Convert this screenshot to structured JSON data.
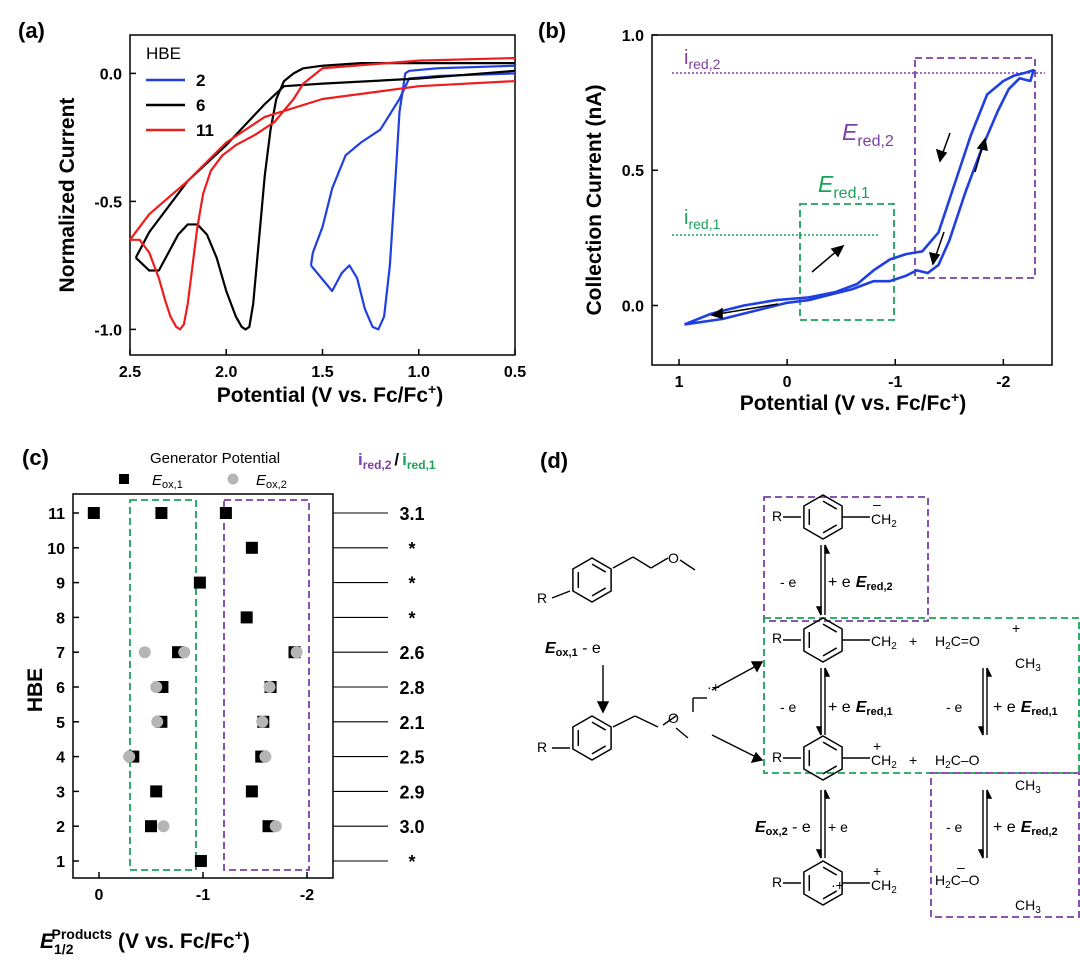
{
  "colors": {
    "purple": "#7b3fa8",
    "green": "#1aa35a",
    "blue": "#1f3fe0",
    "black": "#000000",
    "red": "#ee1c1c",
    "gray": "#b5b5b5"
  },
  "panels": {
    "a": "(a)",
    "b": "(b)",
    "c": "(c)",
    "d": "(d)"
  },
  "chart_data": [
    {
      "id": "a",
      "type": "line",
      "xlabel": "Potential (V vs. Fc/Fc",
      "xlabel_sup": "+",
      "xlabel_end": ")",
      "ylabel": "Normalized Current",
      "xlim": [
        2.5,
        0.5
      ],
      "ylim": [
        -1.1,
        0.15
      ],
      "xticks": [
        "2.5",
        "2.0",
        "1.5",
        "1.0",
        "0.5"
      ],
      "yticks": [
        "0.0",
        "-0.5",
        "-1.0"
      ],
      "legend_title": "HBE",
      "legend_position": "top-left",
      "series": [
        {
          "name": "2",
          "color": "#1f3fe0",
          "x": [
            1.56,
            1.45,
            1.4,
            1.36,
            1.32,
            1.28,
            1.24,
            1.21,
            1.18,
            1.15,
            1.12,
            1.1,
            1.07,
            1.05,
            0.9,
            0.5
          ],
          "y": [
            -0.75,
            -0.85,
            -0.78,
            -0.75,
            -0.8,
            -0.92,
            -0.99,
            -1.0,
            -0.95,
            -0.75,
            -0.4,
            -0.15,
            0.0,
            0.01,
            0.02,
            0.03
          ],
          "x2": [
            0.5,
            0.9,
            1.05,
            1.1,
            1.2,
            1.3,
            1.38,
            1.45,
            1.5,
            1.55,
            1.56
          ],
          "y2": [
            0.0,
            -0.01,
            -0.02,
            -0.1,
            -0.22,
            -0.27,
            -0.32,
            -0.45,
            -0.6,
            -0.7,
            -0.75
          ]
        },
        {
          "name": "6",
          "color": "#000000",
          "x": [
            2.47,
            2.4,
            2.35,
            2.3,
            2.25,
            2.2,
            2.15,
            2.1,
            2.05,
            2.0,
            1.95,
            1.92,
            1.9,
            1.88,
            1.86,
            1.83,
            1.8,
            1.77,
            1.74,
            1.7,
            1.65,
            1.6,
            1.5,
            1.3,
            1.0,
            0.5
          ],
          "y": [
            -0.72,
            -0.77,
            -0.77,
            -0.7,
            -0.63,
            -0.59,
            -0.59,
            -0.63,
            -0.72,
            -0.85,
            -0.95,
            -0.99,
            -1.0,
            -0.99,
            -0.9,
            -0.65,
            -0.4,
            -0.22,
            -0.1,
            -0.03,
            0.0,
            0.02,
            0.03,
            0.04,
            0.04,
            0.04
          ],
          "x2": [
            0.5,
            1.0,
            1.5,
            1.7,
            1.8,
            2.0,
            2.2,
            2.4,
            2.47
          ],
          "y2": [
            0.01,
            -0.02,
            -0.04,
            -0.05,
            -0.12,
            -0.28,
            -0.42,
            -0.62,
            -0.72
          ]
        },
        {
          "name": "11",
          "color": "#ee1c1c",
          "x": [
            2.5,
            2.45,
            2.4,
            2.35,
            2.32,
            2.29,
            2.26,
            2.24,
            2.22,
            2.2,
            2.18,
            2.15,
            2.12,
            2.08,
            2.02,
            1.95,
            1.85,
            1.75,
            1.65,
            1.6,
            1.5,
            1.0,
            0.5
          ],
          "y": [
            -0.65,
            -0.65,
            -0.7,
            -0.8,
            -0.88,
            -0.95,
            -0.99,
            -1.0,
            -0.98,
            -0.9,
            -0.78,
            -0.6,
            -0.47,
            -0.38,
            -0.32,
            -0.28,
            -0.24,
            -0.19,
            -0.1,
            -0.04,
            0.02,
            0.05,
            0.06
          ],
          "x2": [
            0.5,
            1.0,
            1.5,
            1.8,
            2.0,
            2.2,
            2.4,
            2.5
          ],
          "y2": [
            -0.03,
            -0.05,
            -0.1,
            -0.17,
            -0.27,
            -0.42,
            -0.55,
            -0.65
          ]
        }
      ]
    },
    {
      "id": "b",
      "type": "line",
      "xlabel": "Potential (V vs. Fc/Fc",
      "xlabel_sup": "+",
      "xlabel_end": ")",
      "ylabel": "Collection Current (nA)",
      "xlim": [
        1.25,
        -2.45
      ],
      "ylim": [
        -0.22,
        1.0
      ],
      "xticks": [
        "1",
        "0",
        "-1",
        "-2"
      ],
      "yticks": [
        "0.0",
        "0.5",
        "1.0"
      ],
      "annotations": {
        "ired2_main": "i",
        "ired2_sub": "red,2",
        "ired1_main": "i",
        "ired1_sub": "red,1",
        "ered2_main": "E",
        "ered2_sub": "red,2",
        "ered1_main": "E",
        "ered1_sub": "red,1"
      },
      "series": [
        {
          "name": "",
          "color": "#1f3fe0",
          "x": [
            0.95,
            0.7,
            0.4,
            0.1,
            -0.2,
            -0.45,
            -0.65,
            -0.8,
            -0.95,
            -1.1,
            -1.25,
            -1.4,
            -1.55,
            -1.7,
            -1.85,
            -2.0,
            -2.1,
            -2.2,
            -2.28,
            -2.25,
            -2.15,
            -2.05,
            -1.95,
            -1.8,
            -1.65,
            -1.5,
            -1.4,
            -1.3,
            -1.2,
            -1.1,
            -0.95,
            -0.8,
            -0.6,
            -0.4,
            -0.2,
            0.0,
            0.3,
            0.6,
            0.95
          ],
          "y": [
            -0.07,
            -0.03,
            0.0,
            0.02,
            0.03,
            0.05,
            0.08,
            0.13,
            0.17,
            0.19,
            0.2,
            0.27,
            0.45,
            0.63,
            0.78,
            0.83,
            0.85,
            0.86,
            0.87,
            0.83,
            0.84,
            0.8,
            0.72,
            0.58,
            0.42,
            0.24,
            0.15,
            0.12,
            0.13,
            0.11,
            0.09,
            0.09,
            0.06,
            0.04,
            0.02,
            0.01,
            -0.02,
            -0.05,
            -0.07
          ]
        }
      ]
    },
    {
      "id": "c",
      "type": "scatter",
      "title": "Generator Potential",
      "ratio_header_main1": "i",
      "ratio_header_sub1": "red,2",
      "ratio_header_slash": "/",
      "ratio_header_main2": "i",
      "ratio_header_sub2": "red,1",
      "legend": [
        {
          "main": "E",
          "sub": "ox,1",
          "marker": "square",
          "color": "#000000"
        },
        {
          "main": "E",
          "sub": "ox,2",
          "marker": "circle",
          "color": "#b5b5b5"
        }
      ],
      "ylabel": "HBE",
      "xlabel_main": "E",
      "xlabel_sub": "1/2",
      "xlabel_sup": "Products",
      "xlabel_rest": " (V vs. Fc/Fc",
      "xlabel_sup2": "+",
      "xlabel_end": ")",
      "xlim": [
        0.25,
        -2.25
      ],
      "xticks": [
        "0",
        "-1",
        "-2"
      ],
      "categories": [
        "1",
        "2",
        "3",
        "4",
        "5",
        "6",
        "7",
        "8",
        "9",
        "10",
        "11"
      ],
      "eox1": [
        [
          -0.98
        ],
        [
          -0.5,
          -1.63
        ],
        [
          -0.55,
          -1.47
        ],
        [
          -0.33,
          -1.56
        ],
        [
          -0.6,
          -1.58
        ],
        [
          -0.61,
          -1.65
        ],
        [
          -0.76,
          -1.88
        ],
        [
          -1.42
        ],
        [
          -0.97
        ],
        [
          -1.47
        ],
        [
          0.05,
          -0.6,
          -1.22
        ]
      ],
      "eox2": [
        [],
        [
          -0.62,
          -1.7
        ],
        [],
        [
          -0.29,
          -1.6
        ],
        [
          -0.56,
          -1.57
        ],
        [
          -0.55,
          -1.64
        ],
        [
          -0.44,
          -0.82,
          -1.9
        ],
        [],
        [],
        [],
        []
      ],
      "ratios": [
        "*",
        "3.0",
        "2.9",
        "2.5",
        "2.1",
        "2.8",
        "2.6",
        "*",
        "*",
        "*",
        "3.1"
      ]
    }
  ],
  "scheme": {
    "R": "R",
    "minus_e": "- e",
    "plus_e": "+ e",
    "eox1_main": "E",
    "eox1_sub": "ox,1",
    "eox1_rest": " - e",
    "eox2_main": "E",
    "eox2_sub": "ox,2",
    "eox2_rest": " - e",
    "ered1_main": "E",
    "ered1_sub": "red,1",
    "ered2_main": "E",
    "ered2_sub": "red,2",
    "ch2": "CH",
    "ch2_sub": "2",
    "h2c": "H",
    "h2c_sub": "2",
    "c_eq_o": "C=O",
    "c_o": "C–O",
    "ch3": "CH",
    "ch3_sub": "3",
    "O": "O",
    "plus": "+",
    "minus": "–",
    "radical_cation": "·+",
    "plus_sign": "+"
  }
}
